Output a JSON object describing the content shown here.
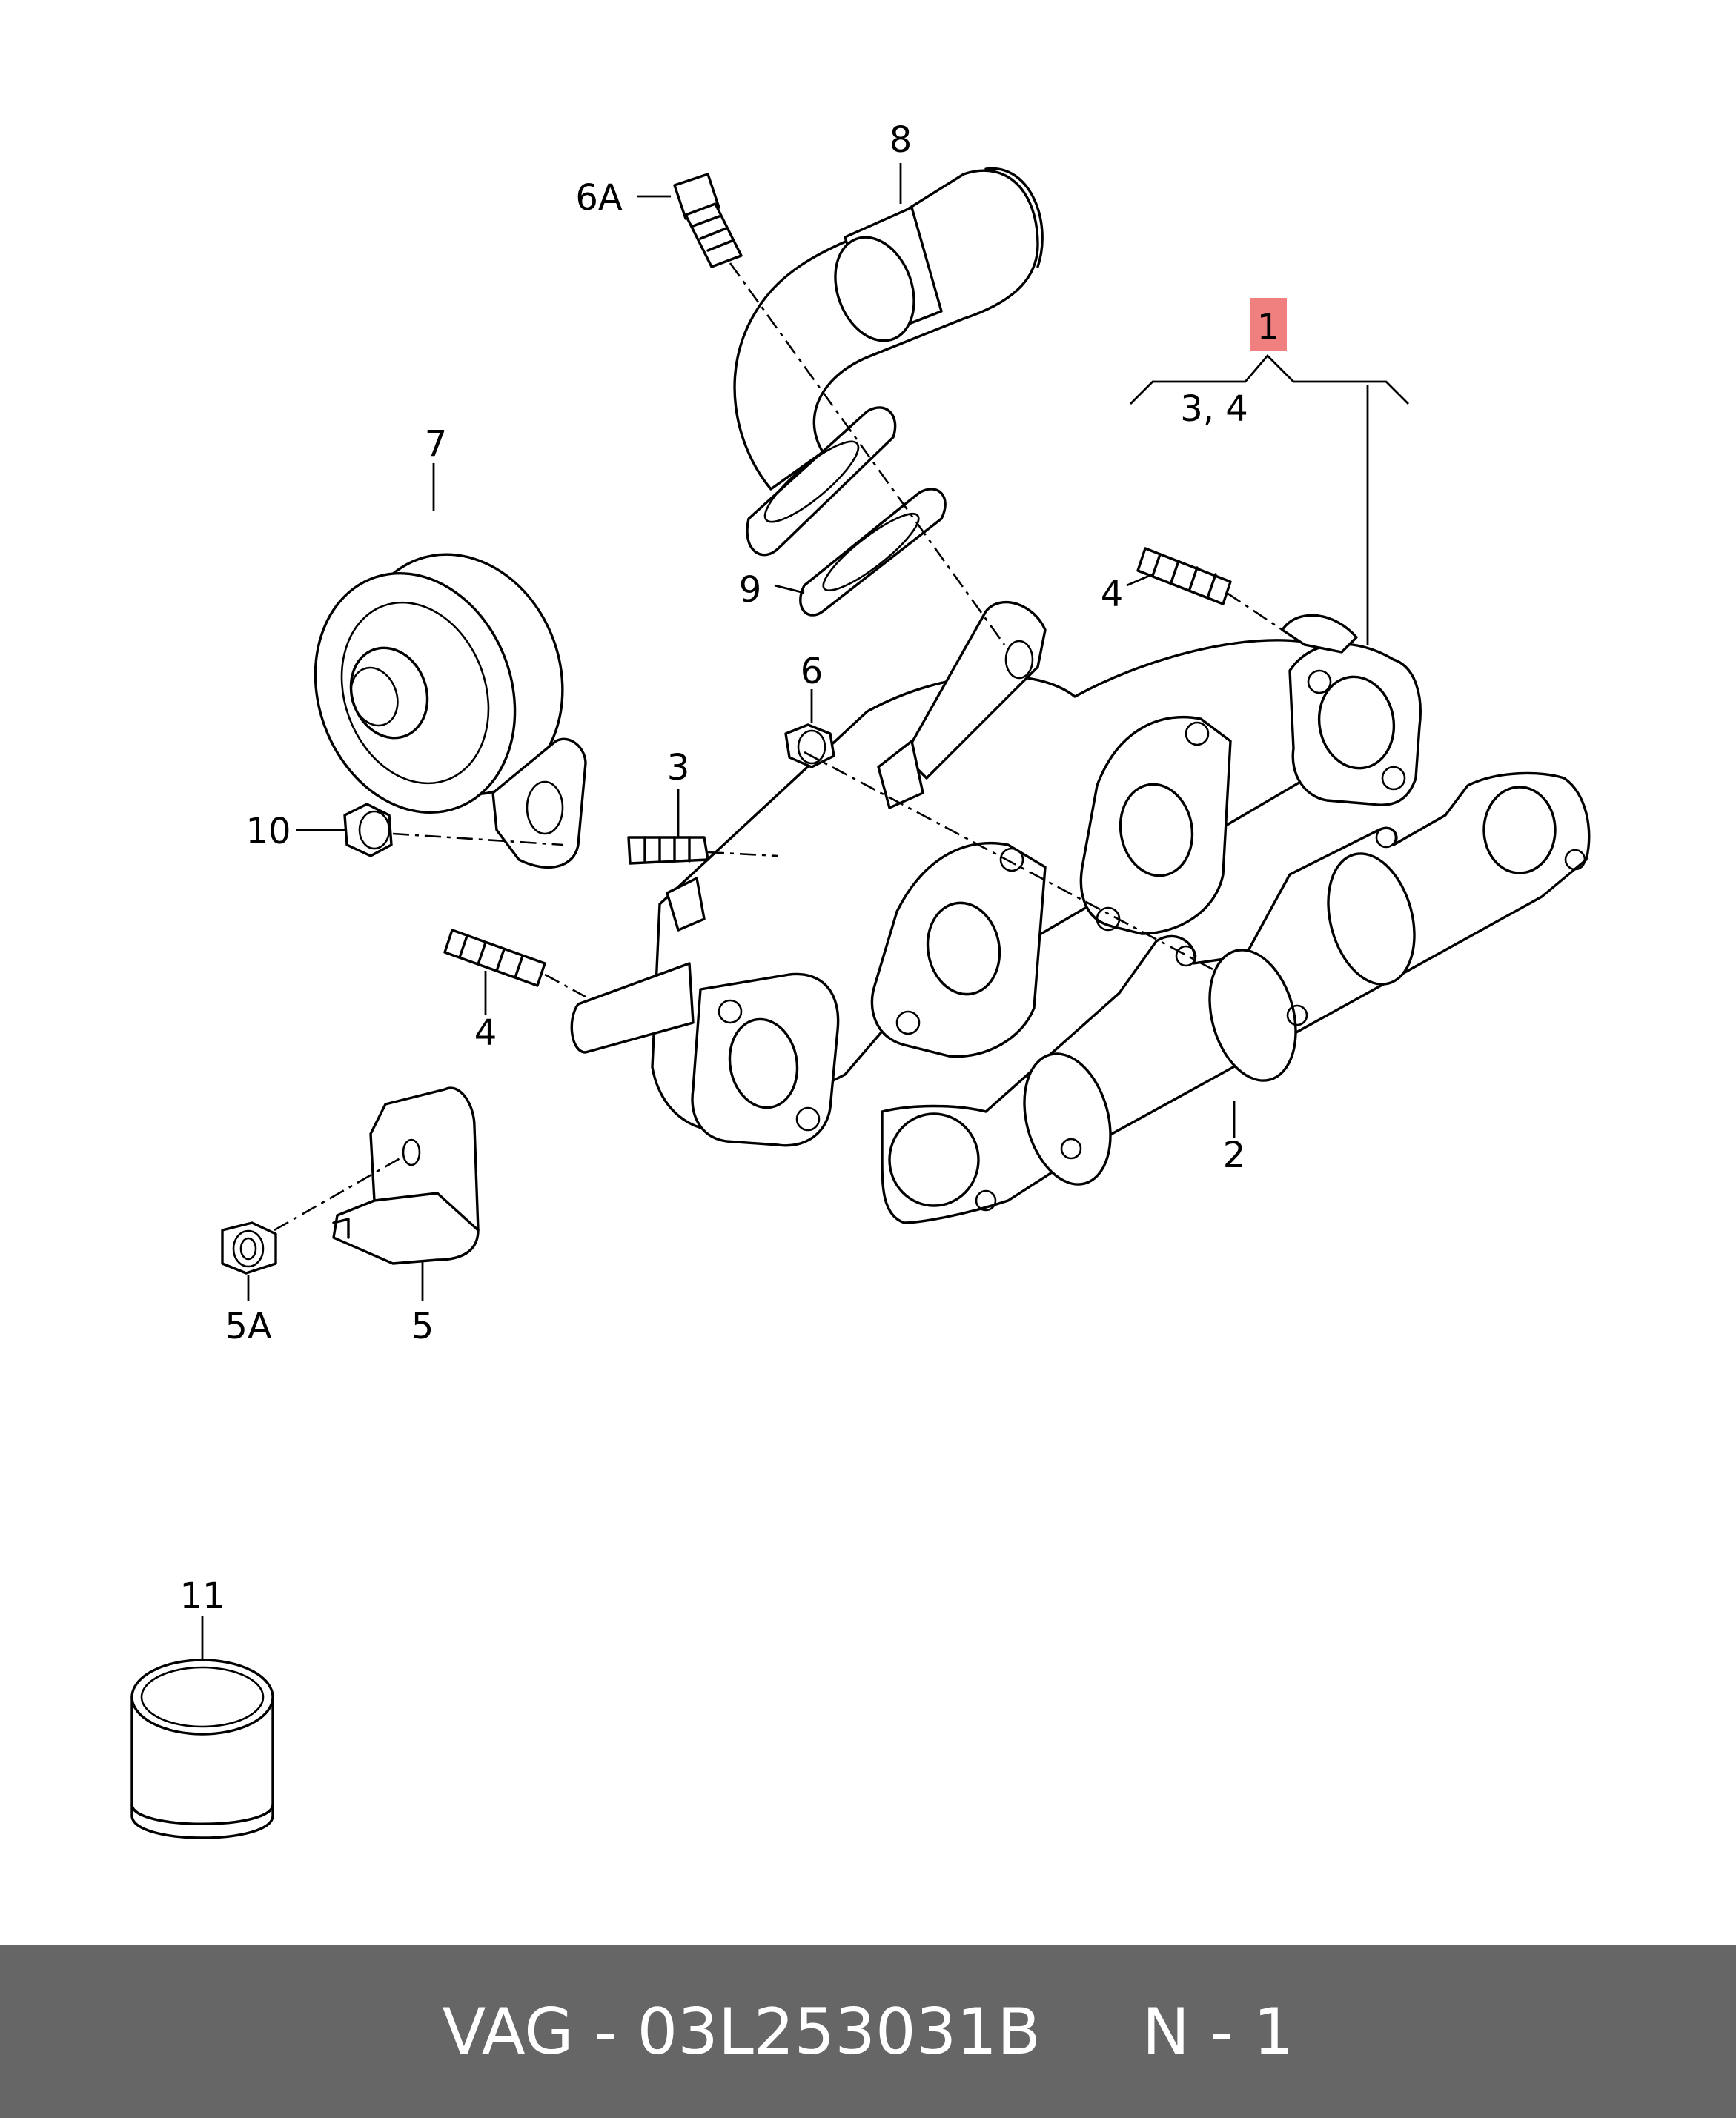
{
  "callouts": {
    "c1": "1",
    "c34": "3, 4",
    "c2": "2",
    "c3": "3",
    "c4a": "4",
    "c4b": "4",
    "c5": "5",
    "c5a": "5A",
    "c6": "6",
    "c6a": "6A",
    "c7": "7",
    "c8": "8",
    "c9": "9",
    "c10": "10",
    "c11": "11"
  },
  "highlight_color": "#f08080",
  "footer": {
    "text": "VAG - 03L253031B     N - 1",
    "background": "#666666",
    "color": "#ffffff"
  }
}
